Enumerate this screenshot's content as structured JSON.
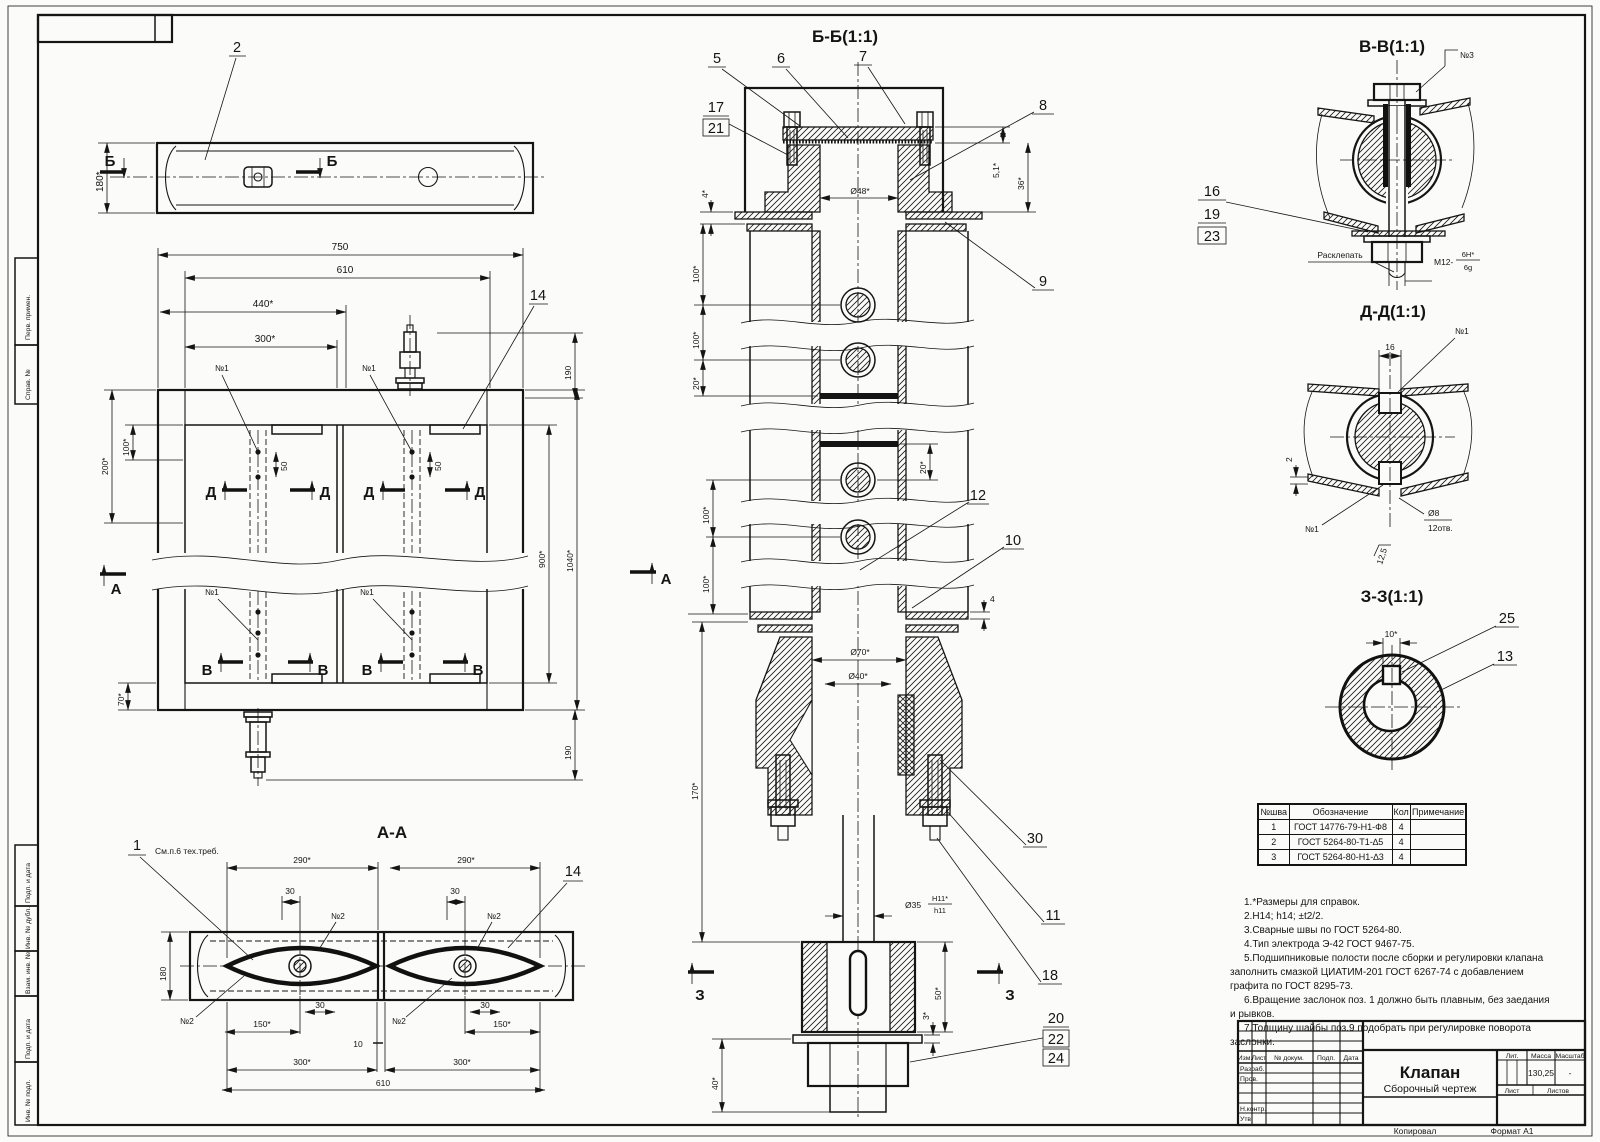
{
  "drawing": {
    "title": "Клапан",
    "doc_type": "Сборочный чертеж",
    "mass": "130,25",
    "scale_value": "-",
    "format": "Формат А1",
    "copy_label": "Копировал"
  },
  "titleblock": {
    "izm": "Изм.",
    "list": "Лист",
    "docnum": "№ докум.",
    "podp": "Подп.",
    "data": "Дата",
    "razrab": "Разраб.",
    "prov": "Пров.",
    "nkontr": "Н.контр.",
    "utv": "Утв.",
    "lit": "Лит.",
    "massa": "Масса",
    "masshtab": "Масштаб",
    "list2": "Лист",
    "listov": "Листов"
  },
  "margins": {
    "perv_primen": "Перв. примен.",
    "sprav_no": "Справ. №",
    "podp_data1": "Подп. и дата",
    "inv_dubl": "Инв. № дубл.",
    "vzam_inv": "Взам. инв. №",
    "podp_data2": "Подп. и дата",
    "inv_podl": "Инв. № подл."
  },
  "weld_table": {
    "h_num": "№шва",
    "h_des": "Обозначение",
    "h_qty": "Кол",
    "h_note": "Примечание",
    "rows": [
      {
        "num": "1",
        "des": "ГОСТ 14776-79-Н1-Ф8",
        "qty": "4",
        "note": ""
      },
      {
        "num": "2",
        "des": "ГОСТ 5264-80-Т1-∆5",
        "qty": "4",
        "note": ""
      },
      {
        "num": "3",
        "des": "ГОСТ 5264-80-Н1-∆3",
        "qty": "4",
        "note": ""
      }
    ]
  },
  "notes": {
    "n1": "1.*Размеры для справок.",
    "n2": "2.H14; h14; ±t2/2.",
    "n3": "3.Сварные швы по ГОСТ 5264-80.",
    "n4": "4.Тип электрода Э-42 ГОСТ 9467-75.",
    "n5": "5.Подшипниковые полости после сборки и регулировки клапана заполнить смазкой ЦИАТИМ-201 ГОСТ 6267-74 с добавлением графита по ГОСТ 8295-73.",
    "n6": "6.Вращение заслонок поз. 1 должно быть плавным, без заедания и рывков.",
    "n7": "7.Толщину шайбы поз.9 подобрать при регулировке поворота заслонки."
  },
  "common": {
    "weld1": "№1",
    "weld2": "№2",
    "weld3": "№3"
  },
  "side_view": {
    "callout2": "2",
    "sec_b": "Б",
    "dim180": "180*"
  },
  "front_view": {
    "dim750": "750",
    "dim610": "610",
    "dim440": "440*",
    "dim300": "300*",
    "dim200": "200*",
    "dim100": "100*",
    "dim50": "50",
    "dim900": "900*",
    "dim1040": "1040*",
    "dim190": "190",
    "dim70": "70*",
    "sec_d": "Д",
    "sec_v": "В",
    "sec_a": "А",
    "callout14": "14"
  },
  "aa_view": {
    "title": "А-А",
    "callout1": "1",
    "note1": "См.п.6 тех.треб.",
    "dim290": "290*",
    "dim30": "30",
    "dim180": "180",
    "dim150": "150*",
    "dim10": "10",
    "dim300": "300*",
    "dim610": "610",
    "callout14": "14"
  },
  "bb_view": {
    "title": "Б-Б(1:1)",
    "c5": "5",
    "c6": "6",
    "c7": "7",
    "c8": "8",
    "c9": "9",
    "c17": "17",
    "c21": "21",
    "c12": "12",
    "c10": "10",
    "c30": "30",
    "c11": "11",
    "c18": "18",
    "c20": "20",
    "c22": "22",
    "c24": "24",
    "dim4s": "4*",
    "dim100": "100*",
    "dim20": "20*",
    "dim170": "170*",
    "dim48": "Ø48*",
    "dim70": "Ø70*",
    "dim40": "Ø40*",
    "dim35": "Ø35",
    "fit_top": "H11*",
    "fit_bot": "h11",
    "dim51": "5,1*",
    "dim36": "36*",
    "dim4": "4",
    "dim50": "50*",
    "dim3": "3*",
    "dim40b": "40*",
    "sec_z": "З"
  },
  "vv_view": {
    "title": "В-В(1:1)",
    "c16": "16",
    "c19": "19",
    "c23": "23",
    "rivet": "Расклепать",
    "thread": "М12-",
    "thread_top": "6H*",
    "thread_bot": "6g"
  },
  "dd_view": {
    "title": "Д-Д(1:1)",
    "dim16": "16",
    "dim2": "2",
    "dim8": "Ø8",
    "holes": "12отв.",
    "rough": "12,5"
  },
  "zz_view": {
    "title": "З-З(1:1)",
    "dim10": "10*",
    "c25": "25",
    "c13": "13"
  }
}
